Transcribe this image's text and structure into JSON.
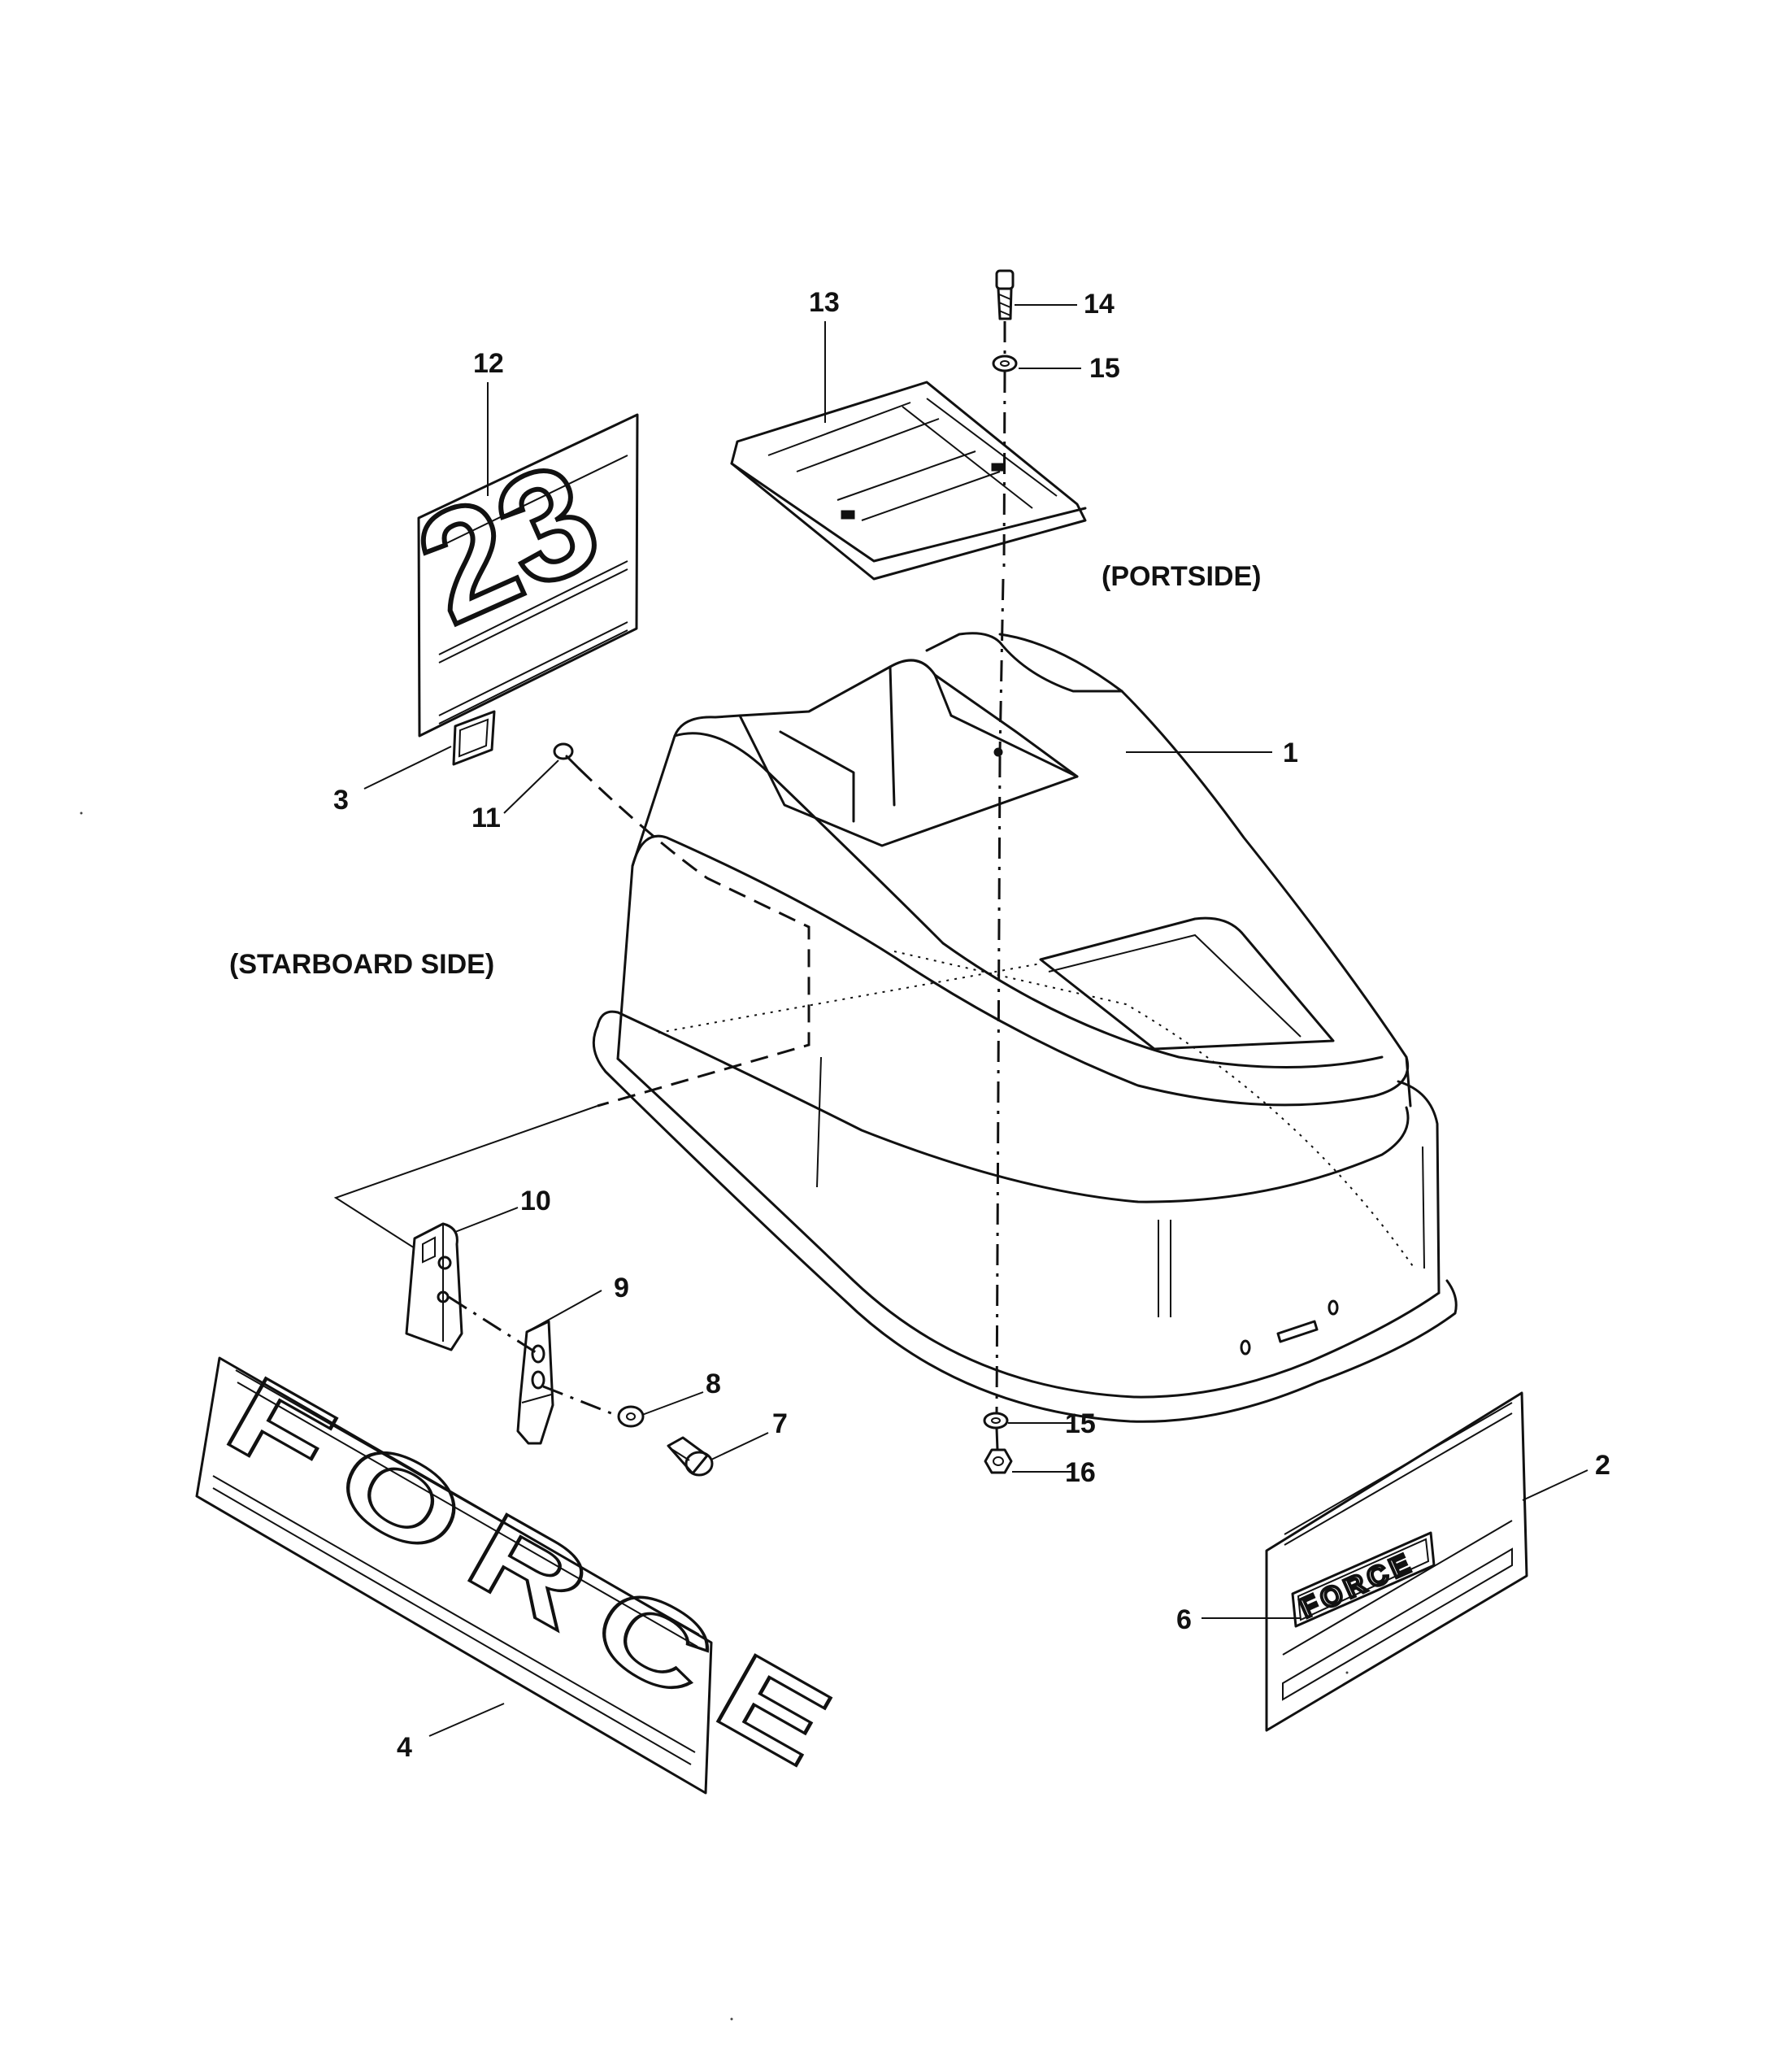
{
  "labels": {
    "portside": "(PORTSIDE)",
    "starboard": "(STARBOARD SIDE)"
  },
  "callouts": [
    "1",
    "2",
    "3",
    "4",
    "6",
    "7",
    "8",
    "9",
    "10",
    "11",
    "12",
    "13",
    "14",
    "15",
    "15",
    "16"
  ],
  "decals": {
    "model_number": "23",
    "brand_large": "FORCE",
    "brand_small": "FORCE"
  }
}
